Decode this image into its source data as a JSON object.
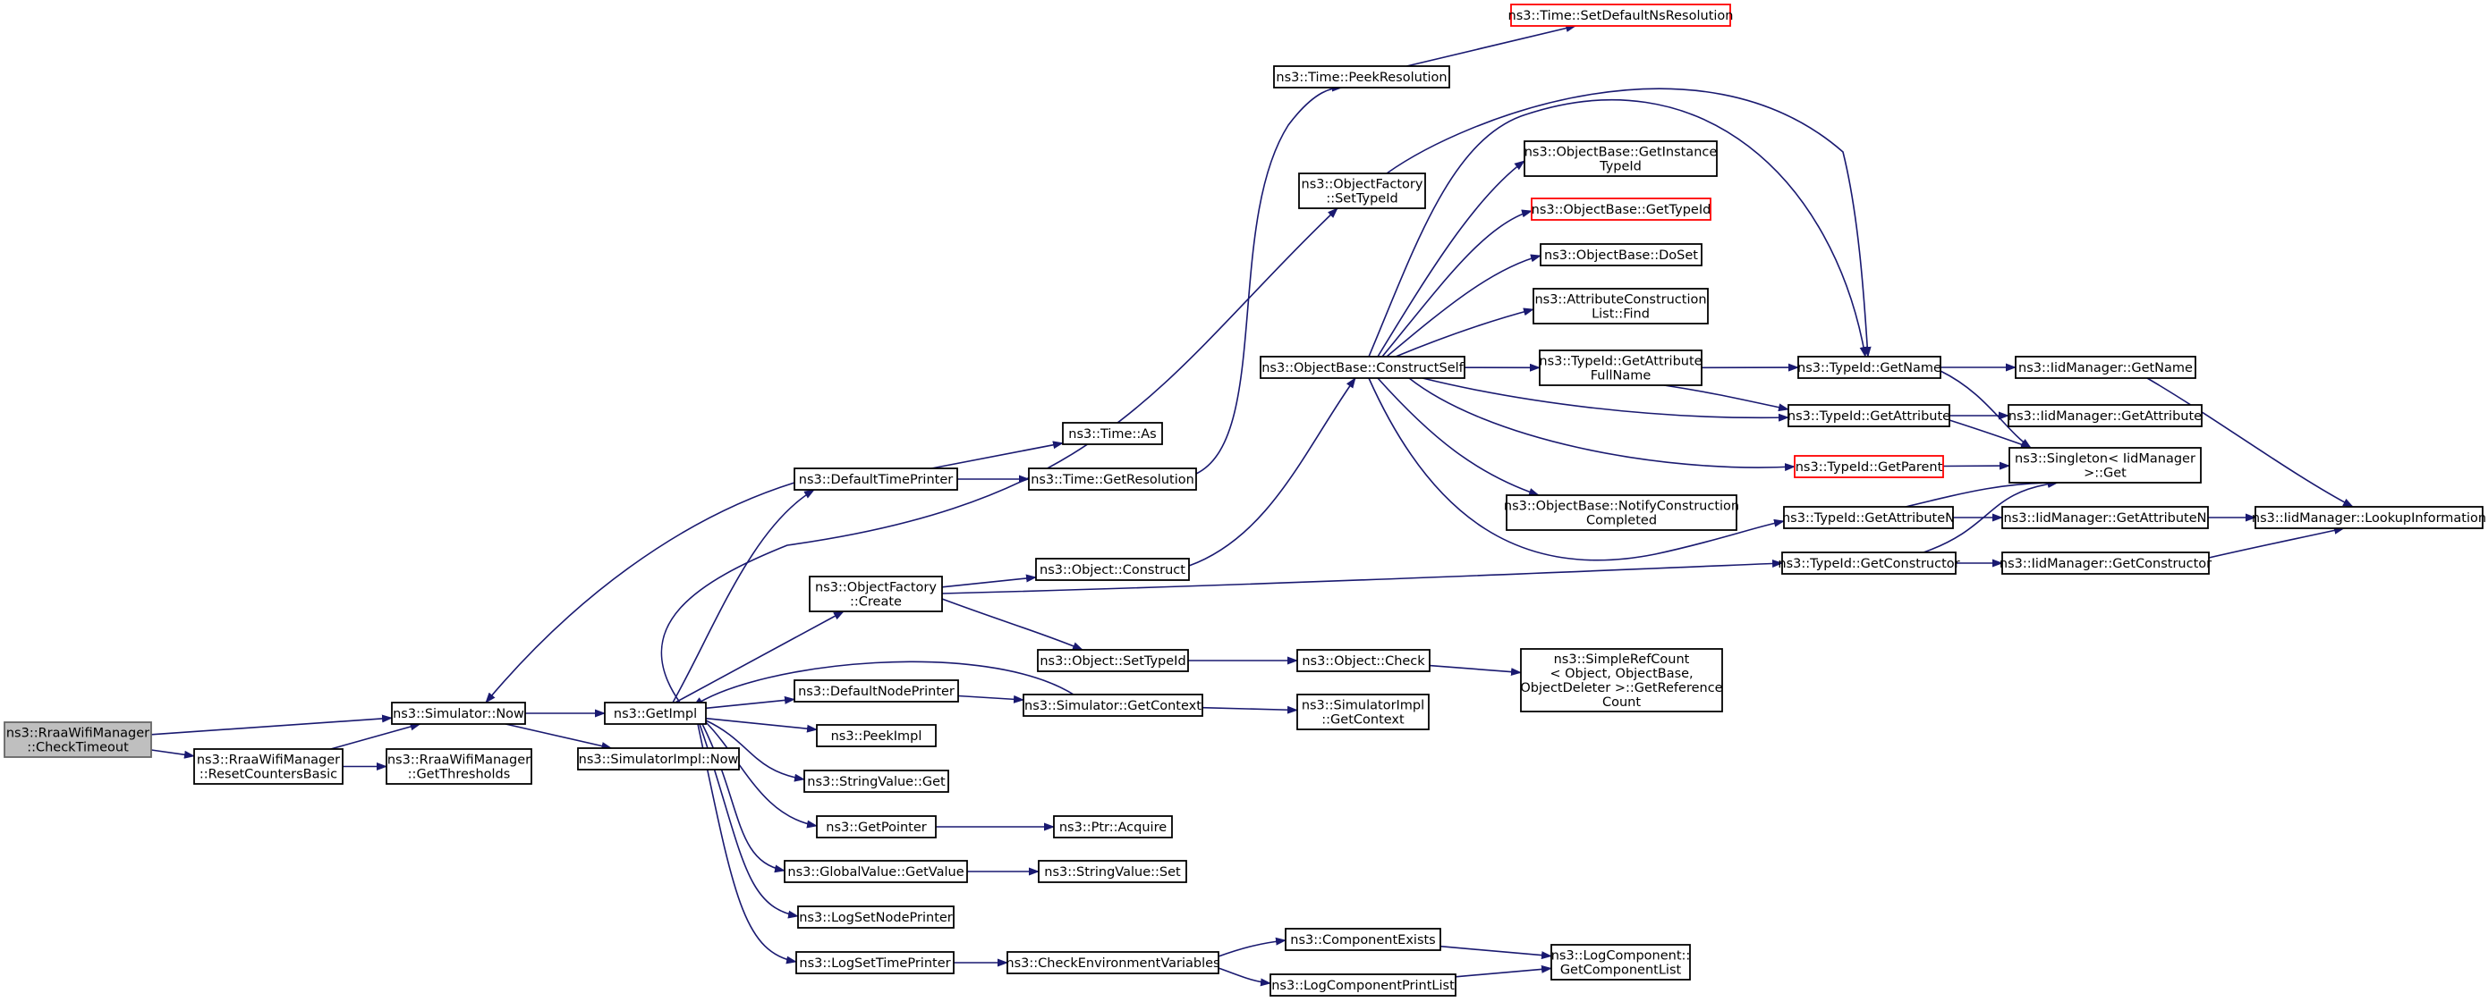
{
  "colors": {
    "edge": "#191970",
    "root_fill": "#bfbfbf",
    "highlight_border": "#ff0000"
  },
  "nodes": {
    "check_timeout": [
      "ns3::RraaWifiManager",
      "::CheckTimeout"
    ],
    "reset_counters_basic": [
      "ns3::RraaWifiManager",
      "::ResetCountersBasic"
    ],
    "simulator_now": [
      "ns3::Simulator::Now"
    ],
    "get_thresholds": [
      "ns3::RraaWifiManager",
      "::GetThresholds"
    ],
    "get_impl": [
      "ns3::GetImpl"
    ],
    "simulator_impl_now": [
      "ns3::SimulatorImpl::Now"
    ],
    "default_time_printer": [
      "ns3::DefaultTimePrinter"
    ],
    "object_factory_create": [
      "ns3::ObjectFactory",
      "::Create"
    ],
    "default_node_printer": [
      "ns3::DefaultNodePrinter"
    ],
    "peek_impl": [
      "ns3::PeekImpl"
    ],
    "string_value_get": [
      "ns3::StringValue::Get"
    ],
    "get_pointer": [
      "ns3::GetPointer"
    ],
    "global_value_get_value": [
      "ns3::GlobalValue::GetValue"
    ],
    "log_set_node_printer": [
      "ns3::LogSetNodePrinter"
    ],
    "log_set_time_printer": [
      "ns3::LogSetTimePrinter"
    ],
    "time_as": [
      "ns3::Time::As"
    ],
    "time_get_resolution": [
      "ns3::Time::GetResolution"
    ],
    "object_construct": [
      "ns3::Object::Construct"
    ],
    "object_set_type_id": [
      "ns3::Object::SetTypeId"
    ],
    "simulator_get_context": [
      "ns3::Simulator::GetContext"
    ],
    "ptr_acquire": [
      "ns3::Ptr::Acquire"
    ],
    "string_value_set": [
      "ns3::StringValue::Set"
    ],
    "check_environment_variables": [
      "ns3::CheckEnvironmentVariables"
    ],
    "time_peek_resolution": [
      "ns3::Time::PeekResolution"
    ],
    "time_set_default_ns_resolution": [
      "ns3::Time::SetDefaultNsResolution"
    ],
    "object_factory_set_type_id": [
      "ns3::ObjectFactory",
      "::SetTypeId"
    ],
    "object_base_construct_self": [
      "ns3::ObjectBase::ConstructSelf"
    ],
    "object_check": [
      "ns3::Object::Check"
    ],
    "simulator_impl_get_context": [
      "ns3::SimulatorImpl",
      "::GetContext"
    ],
    "component_exists": [
      "ns3::ComponentExists"
    ],
    "log_component_print_list": [
      "ns3::LogComponentPrintList"
    ],
    "object_base_get_instance_type_id": [
      "ns3::ObjectBase::GetInstance",
      "TypeId"
    ],
    "object_base_get_type_id": [
      "ns3::ObjectBase::GetTypeId"
    ],
    "object_base_do_set": [
      "ns3::ObjectBase::DoSet"
    ],
    "attribute_construction_list_find": [
      "ns3::AttributeConstruction",
      "List::Find"
    ],
    "type_id_get_attribute_full_name": [
      "ns3::TypeId::GetAttribute",
      "FullName"
    ],
    "object_base_notify_construction_completed": [
      "ns3::ObjectBase::NotifyConstruction",
      "Completed"
    ],
    "simple_ref_count_get_reference_count": [
      "ns3::SimpleRefCount",
      "< Object, ObjectBase,",
      "ObjectDeleter >::GetReference",
      "Count"
    ],
    "log_component_get_component_list": [
      "ns3::LogComponent::",
      "GetComponentList"
    ],
    "type_id_get_name": [
      "ns3::TypeId::GetName"
    ],
    "type_id_get_attribute": [
      "ns3::TypeId::GetAttribute"
    ],
    "type_id_get_parent": [
      "ns3::TypeId::GetParent"
    ],
    "type_id_get_attribute_n": [
      "ns3::TypeId::GetAttributeN"
    ],
    "type_id_get_constructor": [
      "ns3::TypeId::GetConstructor"
    ],
    "iid_manager_get_name": [
      "ns3::IidManager::GetName"
    ],
    "iid_manager_get_attribute": [
      "ns3::IidManager::GetAttribute"
    ],
    "singleton_iid_manager_get": [
      "ns3::Singleton< IidManager",
      ">::Get"
    ],
    "iid_manager_get_attribute_n": [
      "ns3::IidManager::GetAttributeN"
    ],
    "iid_manager_get_constructor": [
      "ns3::IidManager::GetConstructor"
    ],
    "iid_manager_lookup_information": [
      "ns3::IidManager::LookupInformation"
    ]
  },
  "edges": [
    [
      "check_timeout",
      "simulator_now"
    ],
    [
      "check_timeout",
      "reset_counters_basic"
    ],
    [
      "reset_counters_basic",
      "simulator_now"
    ],
    [
      "reset_counters_basic",
      "get_thresholds"
    ],
    [
      "simulator_now",
      "get_impl"
    ],
    [
      "simulator_now",
      "simulator_impl_now"
    ],
    [
      "get_impl",
      "default_time_printer"
    ],
    [
      "get_impl",
      "object_factory_create"
    ],
    [
      "get_impl",
      "object_factory_set_type_id"
    ],
    [
      "get_impl",
      "default_node_printer"
    ],
    [
      "get_impl",
      "peek_impl"
    ],
    [
      "get_impl",
      "string_value_get"
    ],
    [
      "get_impl",
      "get_pointer"
    ],
    [
      "get_impl",
      "global_value_get_value"
    ],
    [
      "get_impl",
      "log_set_node_printer"
    ],
    [
      "get_impl",
      "log_set_time_printer"
    ],
    [
      "default_time_printer",
      "simulator_now"
    ],
    [
      "default_time_printer",
      "time_as"
    ],
    [
      "default_time_printer",
      "time_get_resolution"
    ],
    [
      "time_get_resolution",
      "time_peek_resolution"
    ],
    [
      "time_peek_resolution",
      "time_set_default_ns_resolution"
    ],
    [
      "object_factory_create",
      "object_construct"
    ],
    [
      "object_factory_create",
      "object_set_type_id"
    ],
    [
      "object_factory_create",
      "type_id_get_constructor"
    ],
    [
      "object_construct",
      "object_base_construct_self"
    ],
    [
      "object_set_type_id",
      "object_check"
    ],
    [
      "object_check",
      "simple_ref_count_get_reference_count"
    ],
    [
      "default_node_printer",
      "simulator_get_context"
    ],
    [
      "simulator_get_context",
      "get_impl"
    ],
    [
      "simulator_get_context",
      "simulator_impl_get_context"
    ],
    [
      "get_pointer",
      "ptr_acquire"
    ],
    [
      "global_value_get_value",
      "string_value_set"
    ],
    [
      "log_set_time_printer",
      "check_environment_variables"
    ],
    [
      "check_environment_variables",
      "component_exists"
    ],
    [
      "check_environment_variables",
      "log_component_print_list"
    ],
    [
      "component_exists",
      "log_component_get_component_list"
    ],
    [
      "log_component_print_list",
      "log_component_get_component_list"
    ],
    [
      "object_factory_set_type_id",
      "type_id_get_name"
    ],
    [
      "object_base_construct_self",
      "object_base_get_instance_type_id"
    ],
    [
      "object_base_construct_self",
      "object_base_get_type_id"
    ],
    [
      "object_base_construct_self",
      "object_base_do_set"
    ],
    [
      "object_base_construct_self",
      "attribute_construction_list_find"
    ],
    [
      "object_base_construct_self",
      "type_id_get_attribute_full_name"
    ],
    [
      "object_base_construct_self",
      "type_id_get_attribute"
    ],
    [
      "object_base_construct_self",
      "type_id_get_parent"
    ],
    [
      "object_base_construct_self",
      "object_base_notify_construction_completed"
    ],
    [
      "object_base_construct_self",
      "type_id_get_attribute_n"
    ],
    [
      "object_base_construct_self",
      "type_id_get_name"
    ],
    [
      "type_id_get_attribute_full_name",
      "type_id_get_name"
    ],
    [
      "type_id_get_attribute_full_name",
      "type_id_get_attribute"
    ],
    [
      "type_id_get_name",
      "iid_manager_get_name"
    ],
    [
      "type_id_get_name",
      "singleton_iid_manager_get"
    ],
    [
      "type_id_get_attribute",
      "iid_manager_get_attribute"
    ],
    [
      "type_id_get_attribute",
      "singleton_iid_manager_get"
    ],
    [
      "type_id_get_parent",
      "singleton_iid_manager_get"
    ],
    [
      "type_id_get_attribute_n",
      "singleton_iid_manager_get"
    ],
    [
      "type_id_get_attribute_n",
      "iid_manager_get_attribute_n"
    ],
    [
      "type_id_get_constructor",
      "singleton_iid_manager_get"
    ],
    [
      "type_id_get_constructor",
      "iid_manager_get_constructor"
    ],
    [
      "iid_manager_get_name",
      "iid_manager_lookup_information"
    ],
    [
      "iid_manager_get_attribute_n",
      "iid_manager_lookup_information"
    ],
    [
      "iid_manager_get_constructor",
      "iid_manager_lookup_information"
    ]
  ]
}
